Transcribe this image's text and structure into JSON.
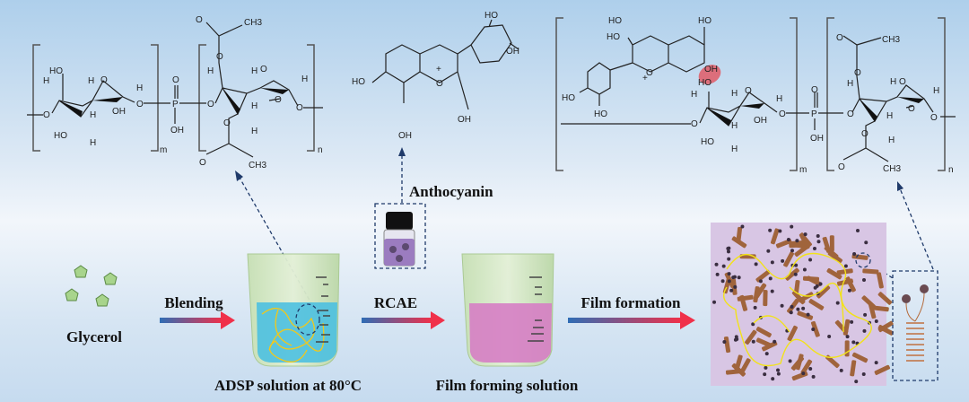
{
  "labels": {
    "glycerol": "Glycerol",
    "blending": "Blending",
    "adsp": "ADSP solution at 80°C",
    "anthocyanin": "Anthocyanin",
    "rcae": "RCAE",
    "film_forming_solution": "Film forming solution",
    "film_formation": "Film formation"
  },
  "chem": {
    "HO": "HO",
    "OH": "OH",
    "H": "H",
    "O": "O",
    "P": "P",
    "CH3": "CH3",
    "m": "m",
    "n": "n",
    "plus": "+"
  },
  "colors": {
    "arrow_start": "#2f6db5",
    "arrow_end": "#f0304a",
    "highlight": "#e05a66",
    "water": "#4cc0e0",
    "pink_solution": "#d67ec4",
    "film": "#d8c6e4",
    "fiber": "#a0643c",
    "polymer_chain": "#f2e21a"
  }
}
